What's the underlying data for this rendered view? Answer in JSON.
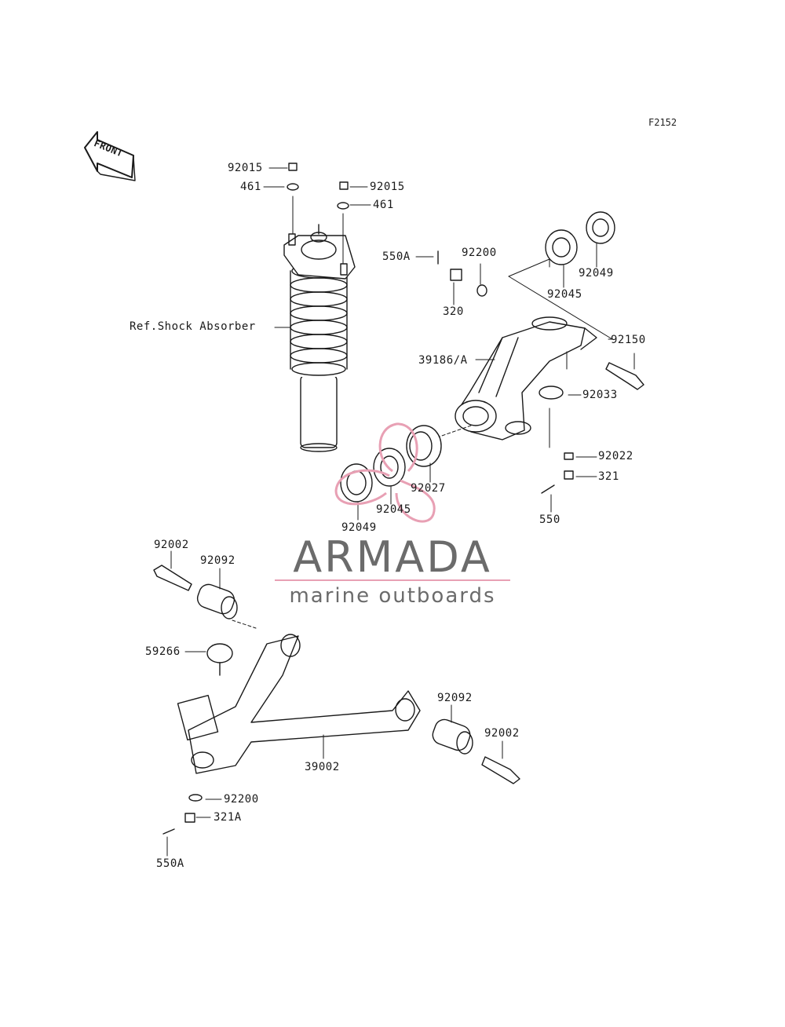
{
  "figure_id": "F2152",
  "front_marker": "FRONT",
  "reference": "Ref.Shock Absorber",
  "brand": {
    "name": "ARMADA",
    "tagline": "marine outboards",
    "accent_color": "#e8a0b4",
    "text_color": "#6b6b6b"
  },
  "parts": [
    {
      "id": "p01",
      "number": "92015"
    },
    {
      "id": "p02",
      "number": "461"
    },
    {
      "id": "p03",
      "number": "92015"
    },
    {
      "id": "p04",
      "number": "461"
    },
    {
      "id": "p05",
      "number": "550A"
    },
    {
      "id": "p06",
      "number": "92200"
    },
    {
      "id": "p07",
      "number": "320"
    },
    {
      "id": "p08",
      "number": "92045"
    },
    {
      "id": "p09",
      "number": "92049"
    },
    {
      "id": "p10",
      "number": "92150"
    },
    {
      "id": "p11",
      "number": "39186/A"
    },
    {
      "id": "p12",
      "number": "92033"
    },
    {
      "id": "p13",
      "number": "92022"
    },
    {
      "id": "p14",
      "number": "321"
    },
    {
      "id": "p15",
      "number": "550"
    },
    {
      "id": "p16",
      "number": "92027"
    },
    {
      "id": "p17",
      "number": "92045"
    },
    {
      "id": "p18",
      "number": "92049"
    },
    {
      "id": "p19",
      "number": "92002"
    },
    {
      "id": "p20",
      "number": "92092"
    },
    {
      "id": "p21",
      "number": "59266"
    },
    {
      "id": "p22",
      "number": "92092"
    },
    {
      "id": "p23",
      "number": "92002"
    },
    {
      "id": "p24",
      "number": "39002"
    },
    {
      "id": "p25",
      "number": "92200"
    },
    {
      "id": "p26",
      "number": "321A"
    },
    {
      "id": "p27",
      "number": "550A"
    }
  ]
}
